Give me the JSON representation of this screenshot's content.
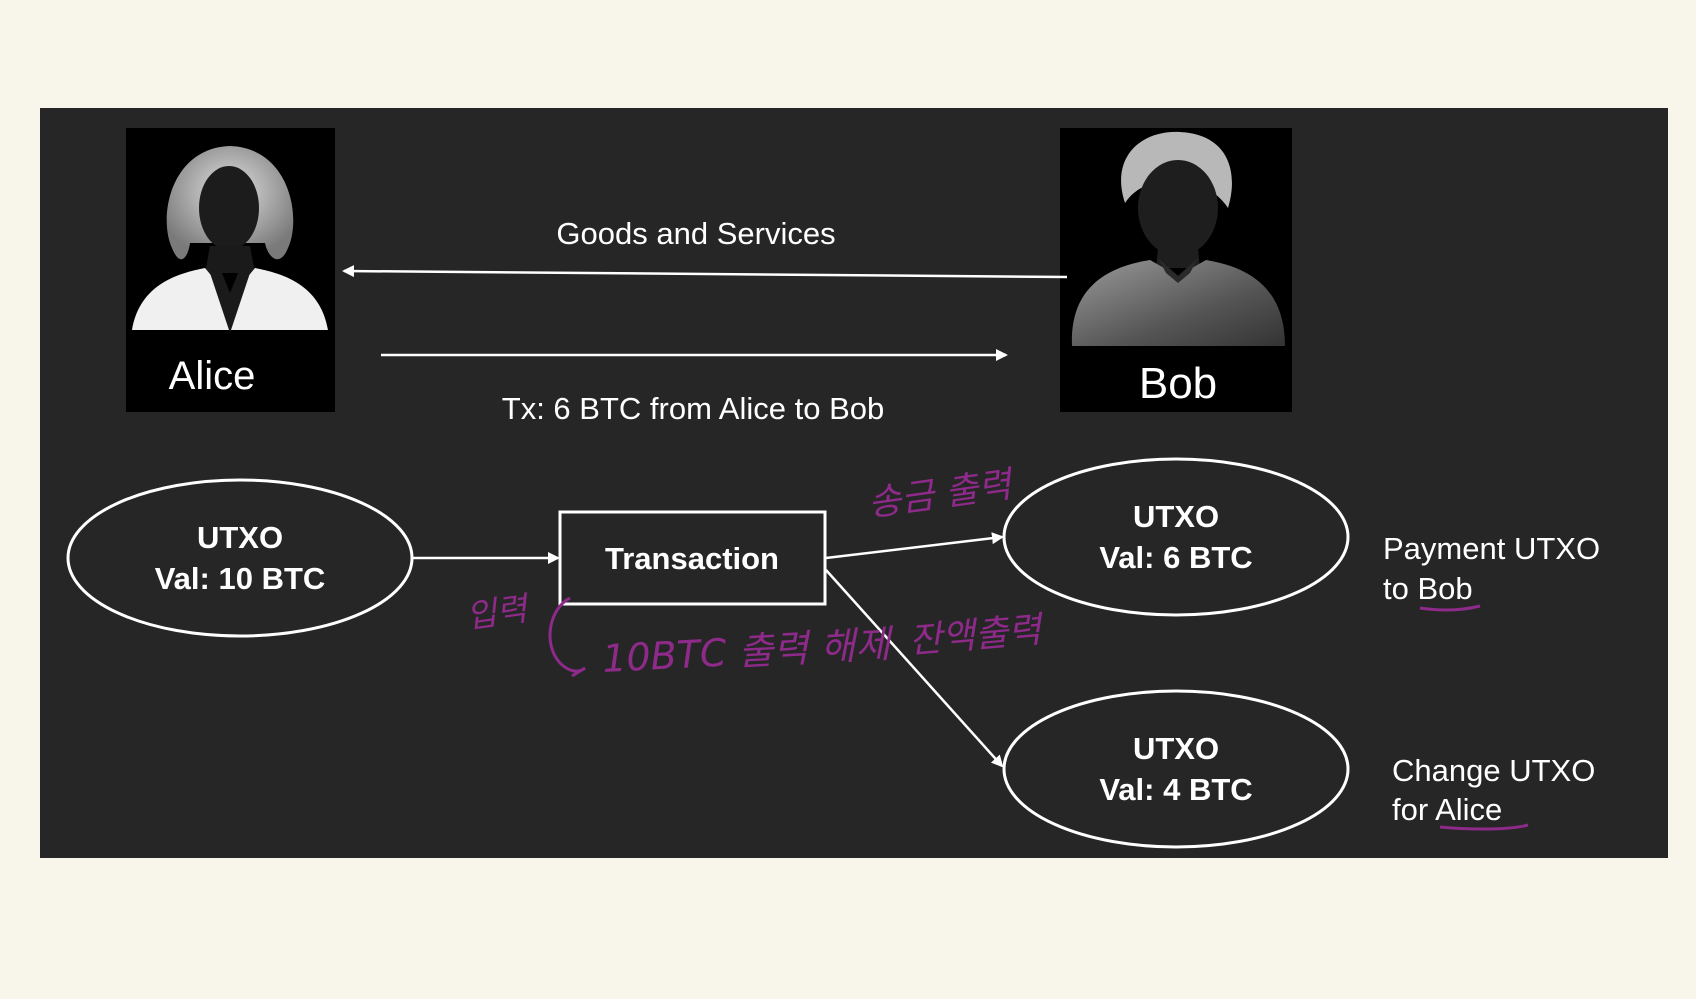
{
  "people": {
    "alice": {
      "name": "Alice",
      "icon": "female-avatar-icon"
    },
    "bob": {
      "name": "Bob",
      "icon": "male-avatar-icon"
    }
  },
  "arrows": {
    "goods_label": "Goods and Services",
    "tx_label": "Tx: 6 BTC from Alice to Bob"
  },
  "input_utxo": {
    "title": "UTXO",
    "value": "Val: 10 BTC"
  },
  "transaction": {
    "label": "Transaction"
  },
  "payment_utxo": {
    "title": "UTXO",
    "value": "Val: 6 BTC",
    "caption_line1": "Payment UTXO",
    "caption_prefix": "to ",
    "caption_name": "Bob"
  },
  "change_utxo": {
    "title": "UTXO",
    "value": "Val: 4 BTC",
    "caption_line1": "Change UTXO",
    "caption_prefix": "for ",
    "caption_name": "Alice"
  },
  "handwritten_notes": {
    "input": "입력",
    "release": "10BTC 출력 해제",
    "send_output": "송금 출력",
    "change_output": "잔액출력",
    "color": "#8e2a8a"
  },
  "colors": {
    "background": "#f8f6ea",
    "panel": "#262626",
    "line": "#ffffff"
  }
}
